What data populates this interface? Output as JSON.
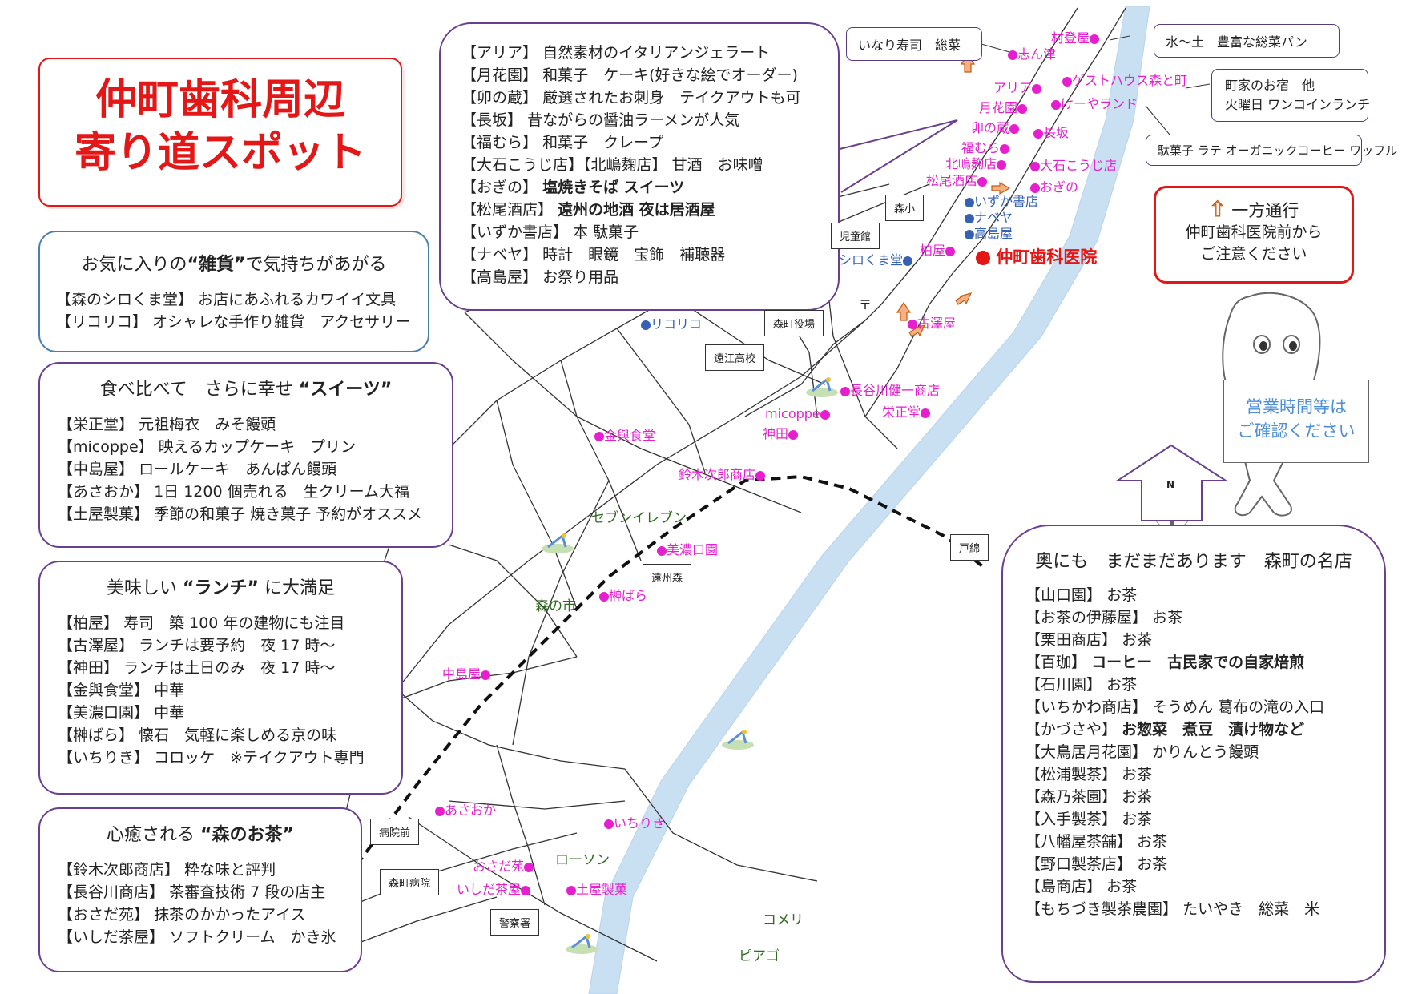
{
  "title": {
    "line1": "仲町歯科周辺",
    "line2": "寄り道スポット"
  },
  "zakka": {
    "heading_pre": "お気に入りの",
    "heading_key": "“雑貨”",
    "heading_post": "で気持ちがあがる",
    "items": [
      {
        "name": "【森のシロくま堂】",
        "desc": "お店にあふれるカワイイ文具"
      },
      {
        "name": "【リコリコ】",
        "desc": "オシャレな手作り雑貨　アクセサリー"
      }
    ]
  },
  "sweets": {
    "heading_pre": "食べ比べて　さらに幸せ",
    "heading_key": "“スイーツ”",
    "items": [
      {
        "name": "【栄正堂】",
        "desc": "元祖梅衣　みそ饅頭"
      },
      {
        "name": "【micoppe】",
        "desc": "映えるカップケーキ　プリン"
      },
      {
        "name": "【中島屋】",
        "desc": "ロールケーキ　あんぱん饅頭"
      },
      {
        "name": "【あさおか】",
        "desc": "1日 1200 個売れる　生クリーム大福"
      },
      {
        "name": "【土屋製菓】",
        "desc": "季節の和菓子 焼き菓子 予約がオススメ"
      }
    ]
  },
  "lunch": {
    "heading_pre": "美味しい",
    "heading_key": "“ランチ”",
    "heading_post": "に大満足",
    "items": [
      {
        "name": "【柏屋】",
        "desc": "寿司　築 100 年の建物にも注目"
      },
      {
        "name": "【古澤屋】",
        "desc": "ランチは要予約　夜 17 時～"
      },
      {
        "name": "【神田】",
        "desc": "ランチは土日のみ　夜 17 時～"
      },
      {
        "name": "【金與食堂】",
        "desc": "中華"
      },
      {
        "name": "【美濃口園】",
        "desc": "中華"
      },
      {
        "name": "【榊ばら】",
        "desc": "懐石　気軽に楽しめる京の味"
      },
      {
        "name": "【いちりき】",
        "desc": "コロッケ　※テイクアウト専門"
      }
    ]
  },
  "tea": {
    "heading_pre": "心癒される",
    "heading_key": "“森のお茶”",
    "items": [
      {
        "name": "【鈴木次郎商店】",
        "desc": "粋な味と評判"
      },
      {
        "name": "【長谷川商店】",
        "desc": "茶審査技術 7 段の店主"
      },
      {
        "name": "【おさだ苑】",
        "desc": "抹茶のかかったアイス"
      },
      {
        "name": "【いしだ茶屋】",
        "desc": "ソフトクリーム　かき氷"
      }
    ]
  },
  "street": {
    "items": [
      {
        "name": "【アリア】",
        "desc": "自然素材のイタリアンジェラート"
      },
      {
        "name": "【月花園】",
        "desc": "和菓子　ケーキ(好きな絵でオーダー)"
      },
      {
        "name": "【卯の蔵】",
        "desc": "厳選されたお刺身　テイクアウトも可"
      },
      {
        "name": "【長坂】",
        "desc": "昔ながらの醤油ラーメンが人気"
      },
      {
        "name": "【福むら】",
        "desc": "和菓子　クレープ"
      },
      {
        "name": "【大石こうじ店】【北嶋麹店】",
        "desc": "甘酒　お味噌"
      },
      {
        "name": "【おぎの】",
        "desc": "塩焼きそば スイーツ"
      },
      {
        "name": "【松尾酒店】",
        "desc": "遠州の地酒 夜は居酒屋"
      },
      {
        "name": "【いずか書店】",
        "desc": "本 駄菓子"
      },
      {
        "name": "【ナベヤ】",
        "desc": "時計　眼鏡　宝飾　補聴器"
      },
      {
        "name": "【高島屋】",
        "desc": "お祭り用品"
      }
    ]
  },
  "more": {
    "heading": "奥にも　まだまだあります　森町の名店",
    "items": [
      {
        "name": "【山口園】",
        "desc": "お茶"
      },
      {
        "name": "【お茶の伊藤屋】",
        "desc": "お茶"
      },
      {
        "name": "【栗田商店】",
        "desc": "お茶"
      },
      {
        "name": "【百珈】",
        "desc": "コーヒー　古民家での自家焙煎"
      },
      {
        "name": "【石川園】",
        "desc": "お茶"
      },
      {
        "name": "【いちかわ商店】",
        "desc": "そうめん 葛布の滝の入口"
      },
      {
        "name": "【かづさや】",
        "desc": "お惣菜　煮豆　漬け物など"
      },
      {
        "name": "【大鳥居月花園】",
        "desc": "かりんとう饅頭"
      },
      {
        "name": "【松浦製茶】",
        "desc": "お茶"
      },
      {
        "name": "【森乃茶園】",
        "desc": "お茶"
      },
      {
        "name": "【入手製茶】",
        "desc": "お茶"
      },
      {
        "name": "【八幡屋茶舗】",
        "desc": "お茶"
      },
      {
        "name": "【野口製茶店】",
        "desc": "お茶"
      },
      {
        "name": "【島商店】",
        "desc": "お茶"
      },
      {
        "name": "【もちづき製茶農園】",
        "desc": "たいやき　総菜　米"
      }
    ]
  },
  "notice": {
    "title": "一方通行",
    "line1": "仲町歯科医院前から",
    "line2": "ご注意ください"
  },
  "mascot_sign": {
    "line1": "営業時間等は",
    "line2": "ご確認ください"
  },
  "callouts": {
    "inari": "いなり寿司　総菜",
    "bread": "水～土　豊富な総菜パン",
    "guesthouse_line1": "町家のお宿　他",
    "guesthouse_line2": "火曜日 ワンコインランチ",
    "dagashi": "駄菓子 ラテ オーガニックコーヒー ワッフル"
  },
  "compass": {
    "label": "N"
  },
  "clinic": {
    "name": "仲町歯科医院"
  },
  "landmarks": {
    "morisho": "森小",
    "jidokan": "児童館",
    "yakuba": "森町役場",
    "toko": "遠江高校",
    "ensyumori": "遠州森",
    "tozuna": "戸綿",
    "byoinmae": "病院前",
    "byoin": "森町病院",
    "keisatsu": "警察署"
  },
  "green_labels": {
    "seven": "セブンイレブン",
    "morinoichi": "森の市",
    "lawson": "ローソン",
    "komeri": "コメリ",
    "piago": "ピアゴ"
  },
  "post_office": "〒",
  "places": {
    "shizu": "志ん津",
    "murakamiya": "村登屋",
    "aria": "アリア",
    "guesthouse": "ゲストハウス森と町",
    "gekkaen": "月花園",
    "keeya": "けーやランド",
    "unokura": "卯の蔵",
    "nagasaka": "長坂",
    "fukumura": "福むら",
    "kitajima": "北嶋麹店",
    "oishi": "大石こうじ店",
    "matsuo": "松尾酒店",
    "ogino": "おぎの",
    "izuka": "いずか書店",
    "nabeya": "ナベヤ",
    "takashimaya": "高島屋",
    "kashiwaya": "柏屋",
    "shirokuma": "シロくま堂",
    "rikoriko": "リコリコ",
    "furusawa": "古澤屋",
    "hasegawa": "長谷川健一商店",
    "micoppe": "micoppe",
    "eisho": "栄正堂",
    "kanda": "神田",
    "kinyo": "金與食堂",
    "suzuki": "鈴木次郎商店",
    "minoguchi": "美濃口園",
    "sakakibara": "榊ばら",
    "nakajima": "中島屋",
    "asaoka": "あさおか",
    "ichiriki": "いちりき",
    "osada": "おさだ苑",
    "ishida": "いしだ茶屋",
    "tsuchiya": "土屋製菓"
  },
  "colors": {
    "accent_red": "#e41616",
    "shop_pink": "#e61ed0",
    "shop_blue": "#3561b5",
    "frame_purple": "#6b3f8f",
    "river": "#c9dff2",
    "label_green": "#2f6a1e"
  }
}
